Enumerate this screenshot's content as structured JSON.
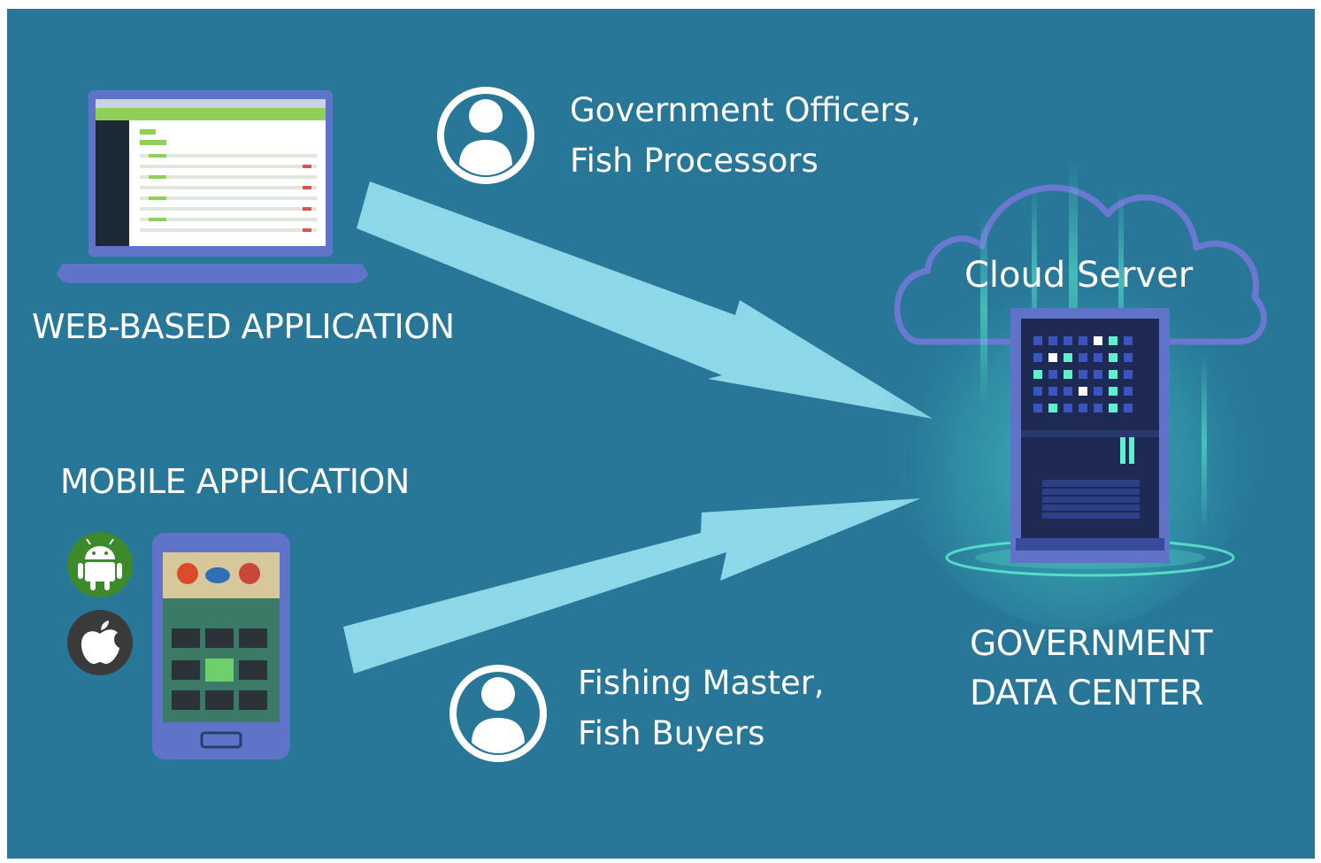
{
  "web_app": {
    "label": "WEB-BASED APPLICATION"
  },
  "mobile_app": {
    "label": "MOBILE APPLICATION"
  },
  "web_users": {
    "line1": "Government Officers,",
    "line2": "Fish Processors"
  },
  "mobile_users": {
    "line1": "Fishing Master,",
    "line2": "Fish Buyers"
  },
  "cloud": {
    "label": "Cloud Server"
  },
  "data_center": {
    "line1": "GOVERNMENT",
    "line2": "DATA CENTER"
  },
  "colors": {
    "background": "#287698",
    "arrow": "#8dd8e8",
    "device": "#5f74c8",
    "android": "#3d8a2a",
    "apple": "#3a3a3a",
    "server_glow": "#5ff0d0"
  }
}
